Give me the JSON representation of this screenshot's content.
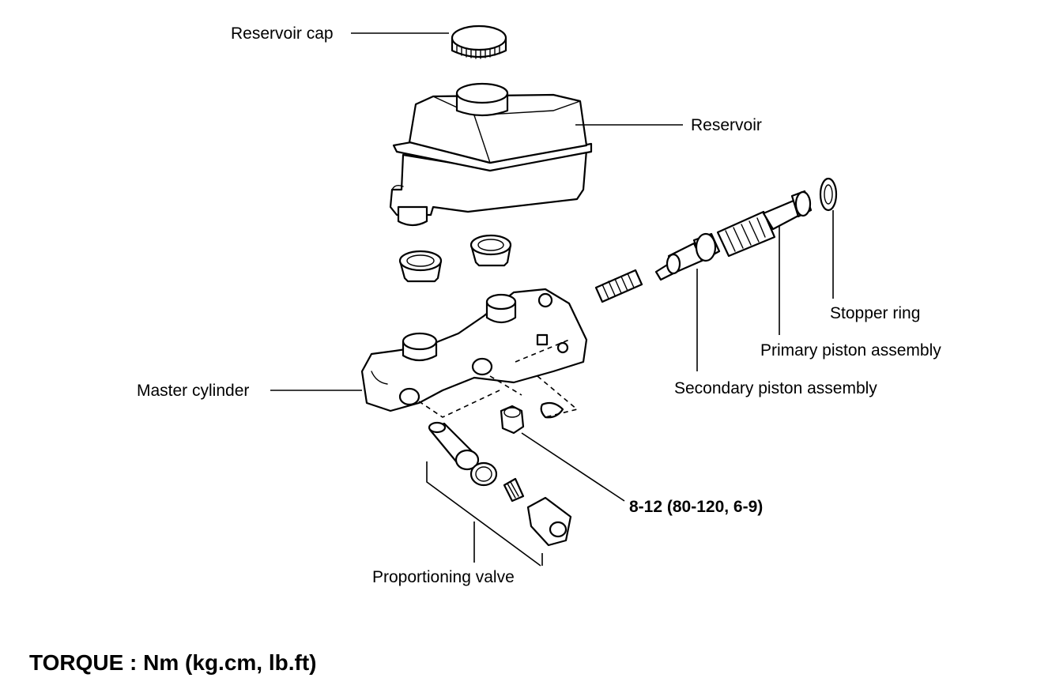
{
  "labels": {
    "reservoir_cap": "Reservoir cap",
    "reservoir": "Reservoir",
    "stopper_ring": "Stopper ring",
    "primary_piston": "Primary piston assembly",
    "secondary_piston": "Secondary piston assembly",
    "master_cylinder": "Master cylinder",
    "torque_value": "8-12 (80-120, 6-9)",
    "proportioning_valve": "Proportioning valve"
  },
  "footer": {
    "torque_units": "TORQUE : Nm (kg.cm, lb.ft)"
  }
}
